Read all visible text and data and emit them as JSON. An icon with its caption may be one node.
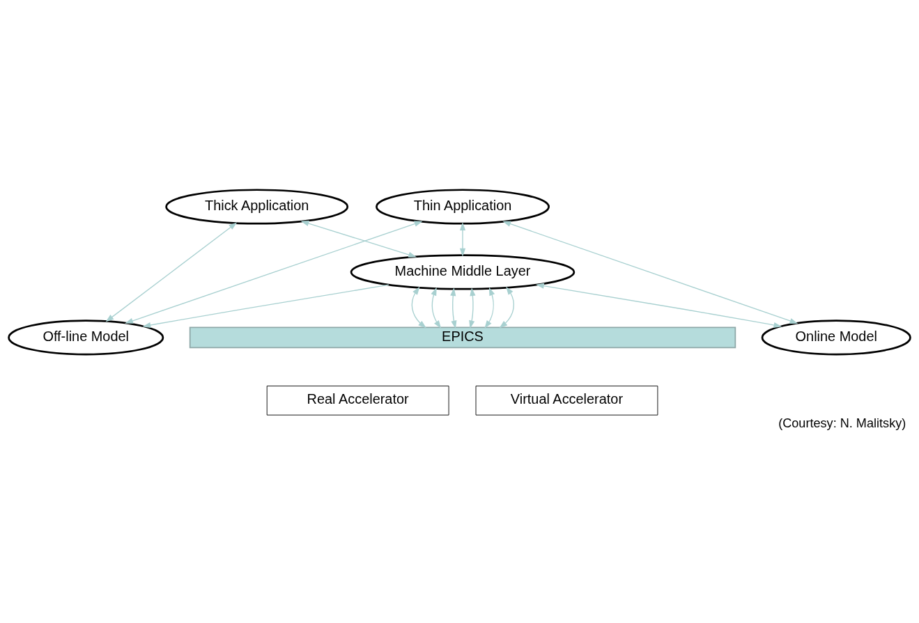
{
  "diagram": {
    "caption": "(Courtesy: N. Malitsky)",
    "nodes": [
      {
        "text": [
          "Thick Application"
        ]
      },
      {
        "text": [
          "Thin Application"
        ]
      },
      {
        "text": [
          "Off-line Model"
        ]
      },
      {
        "text": [
          "Online Model"
        ]
      },
      {
        "text": [
          "Machine Middle Layer"
        ]
      },
      {
        "text": [
          "EPICS"
        ]
      },
      {
        "text": [
          "Real Accelerator"
        ]
      },
      {
        "text": [
          "Virtual Accelerator"
        ]
      }
    ],
    "edges": [
      {
        "from": 0,
        "to": 2,
        "arrow": "both"
      },
      {
        "from": 0,
        "to": 4,
        "arrow": "both"
      },
      {
        "from": 1,
        "to": 2,
        "arrow": "both"
      },
      {
        "from": 1,
        "to": 4,
        "arrow": "both"
      },
      {
        "from": 1,
        "to": 3,
        "arrow": "both"
      },
      {
        "from": 4,
        "to": 2,
        "arrow": "to"
      },
      {
        "from": 4,
        "to": 3,
        "arrow": "both"
      },
      {
        "from": 4,
        "to": 5,
        "arrow": "both"
      },
      {
        "from": 4,
        "to": 5,
        "arrow": "both"
      },
      {
        "from": 4,
        "to": 5,
        "arrow": "both"
      },
      {
        "from": 4,
        "to": 5,
        "arrow": "both"
      },
      {
        "from": 4,
        "to": 5,
        "arrow": "both"
      },
      {
        "from": 4,
        "to": 5,
        "arrow": "both"
      }
    ]
  }
}
